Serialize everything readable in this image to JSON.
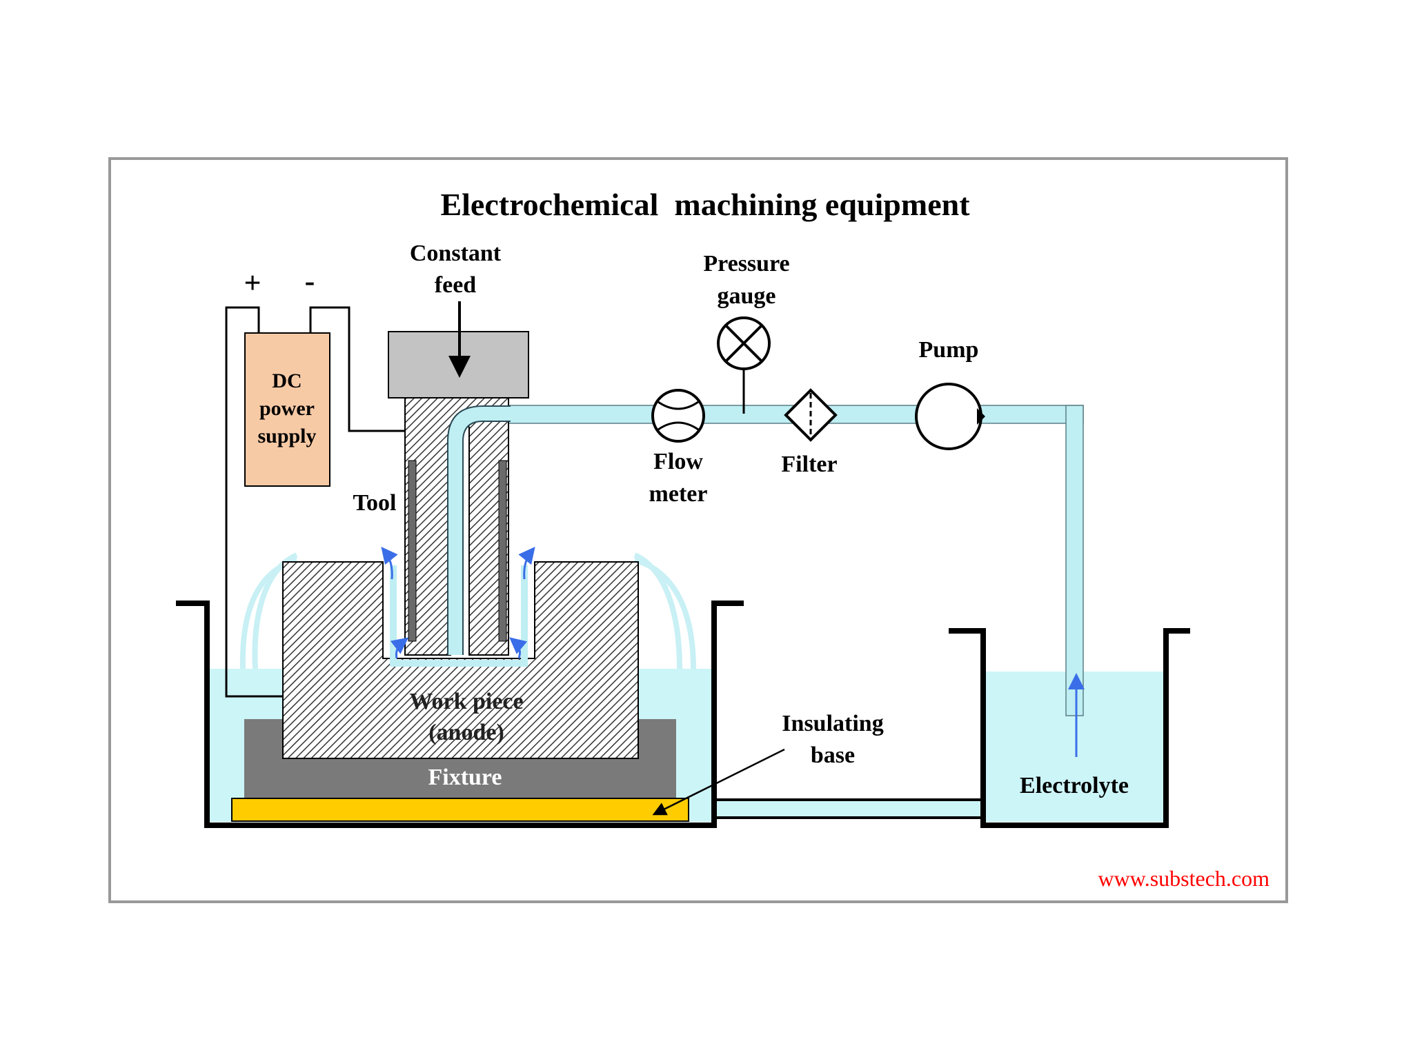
{
  "title": "Electrochemical  machining equipment",
  "power": {
    "plus": "+",
    "minus": "-",
    "line1": "DC",
    "line2": "power",
    "line3": "supply"
  },
  "feed": {
    "line1": "Constant",
    "line2": "feed"
  },
  "gauge": {
    "line1": "Pressure",
    "line2": "gauge"
  },
  "pump": "Pump",
  "flowmeter": {
    "line1": "Flow",
    "line2": "meter"
  },
  "filter": "Filter",
  "tool": "Tool",
  "workpiece": {
    "line1": "Work piece",
    "line2": "(anode)"
  },
  "fixture": "Fixture",
  "insulating": {
    "line1": "Insulating",
    "line2": "base"
  },
  "electrolyte": "Electrolyte",
  "watermark": "www.substech.com",
  "colors": {
    "electrolyte": "#ccf5f8",
    "pipe": "#bfeef3",
    "power_supply": "#f7caa6",
    "feed_block": "#c3c3c3",
    "fixture": "#7a7a7a",
    "insulating_base": "#ffcc00",
    "flow_arrow": "#3a6ee8",
    "watermark": "#ff0000"
  }
}
